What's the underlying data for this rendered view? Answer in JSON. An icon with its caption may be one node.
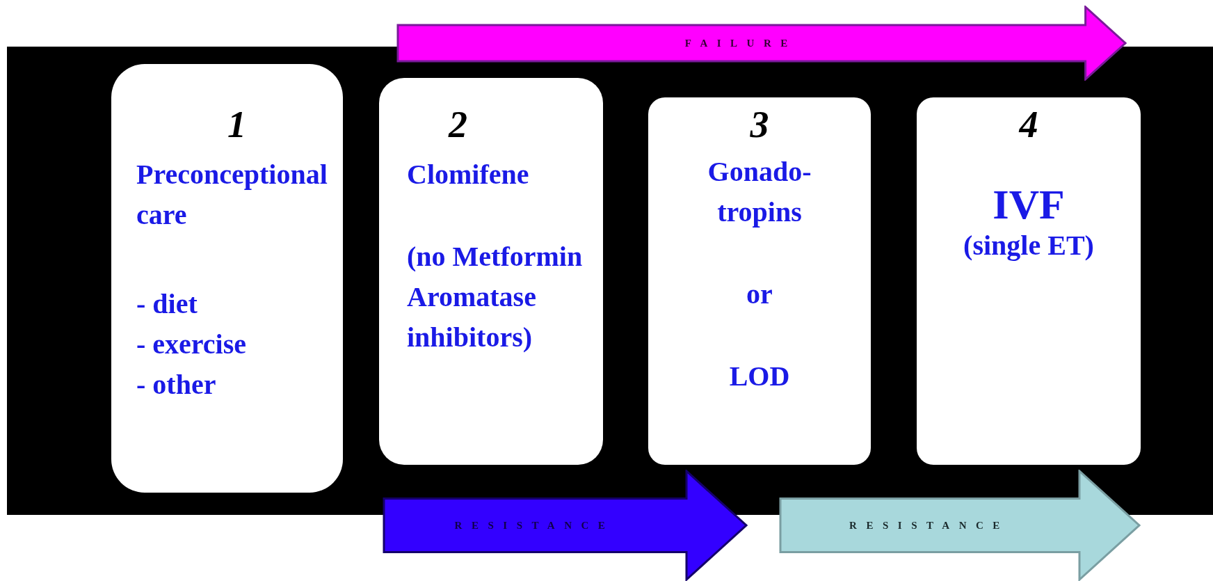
{
  "diagram": {
    "nodes": [
      {
        "text": [
          "1",
          "Preconceptional care",
          "- diet",
          "- exercise",
          "- other"
        ]
      },
      {
        "text": [
          "2",
          "Clomifene",
          "(no Metformin Aromatase inhibitors)"
        ]
      },
      {
        "text": [
          "3",
          "Gonado-tropins",
          "or",
          "LOD"
        ]
      },
      {
        "text": [
          "4",
          "IVF",
          "(single ET)"
        ]
      },
      {
        "text": [
          "FAILURE"
        ]
      },
      {
        "text": [
          "RESISTANCE"
        ]
      },
      {
        "text": [
          "RESISTANCE"
        ]
      }
    ]
  }
}
